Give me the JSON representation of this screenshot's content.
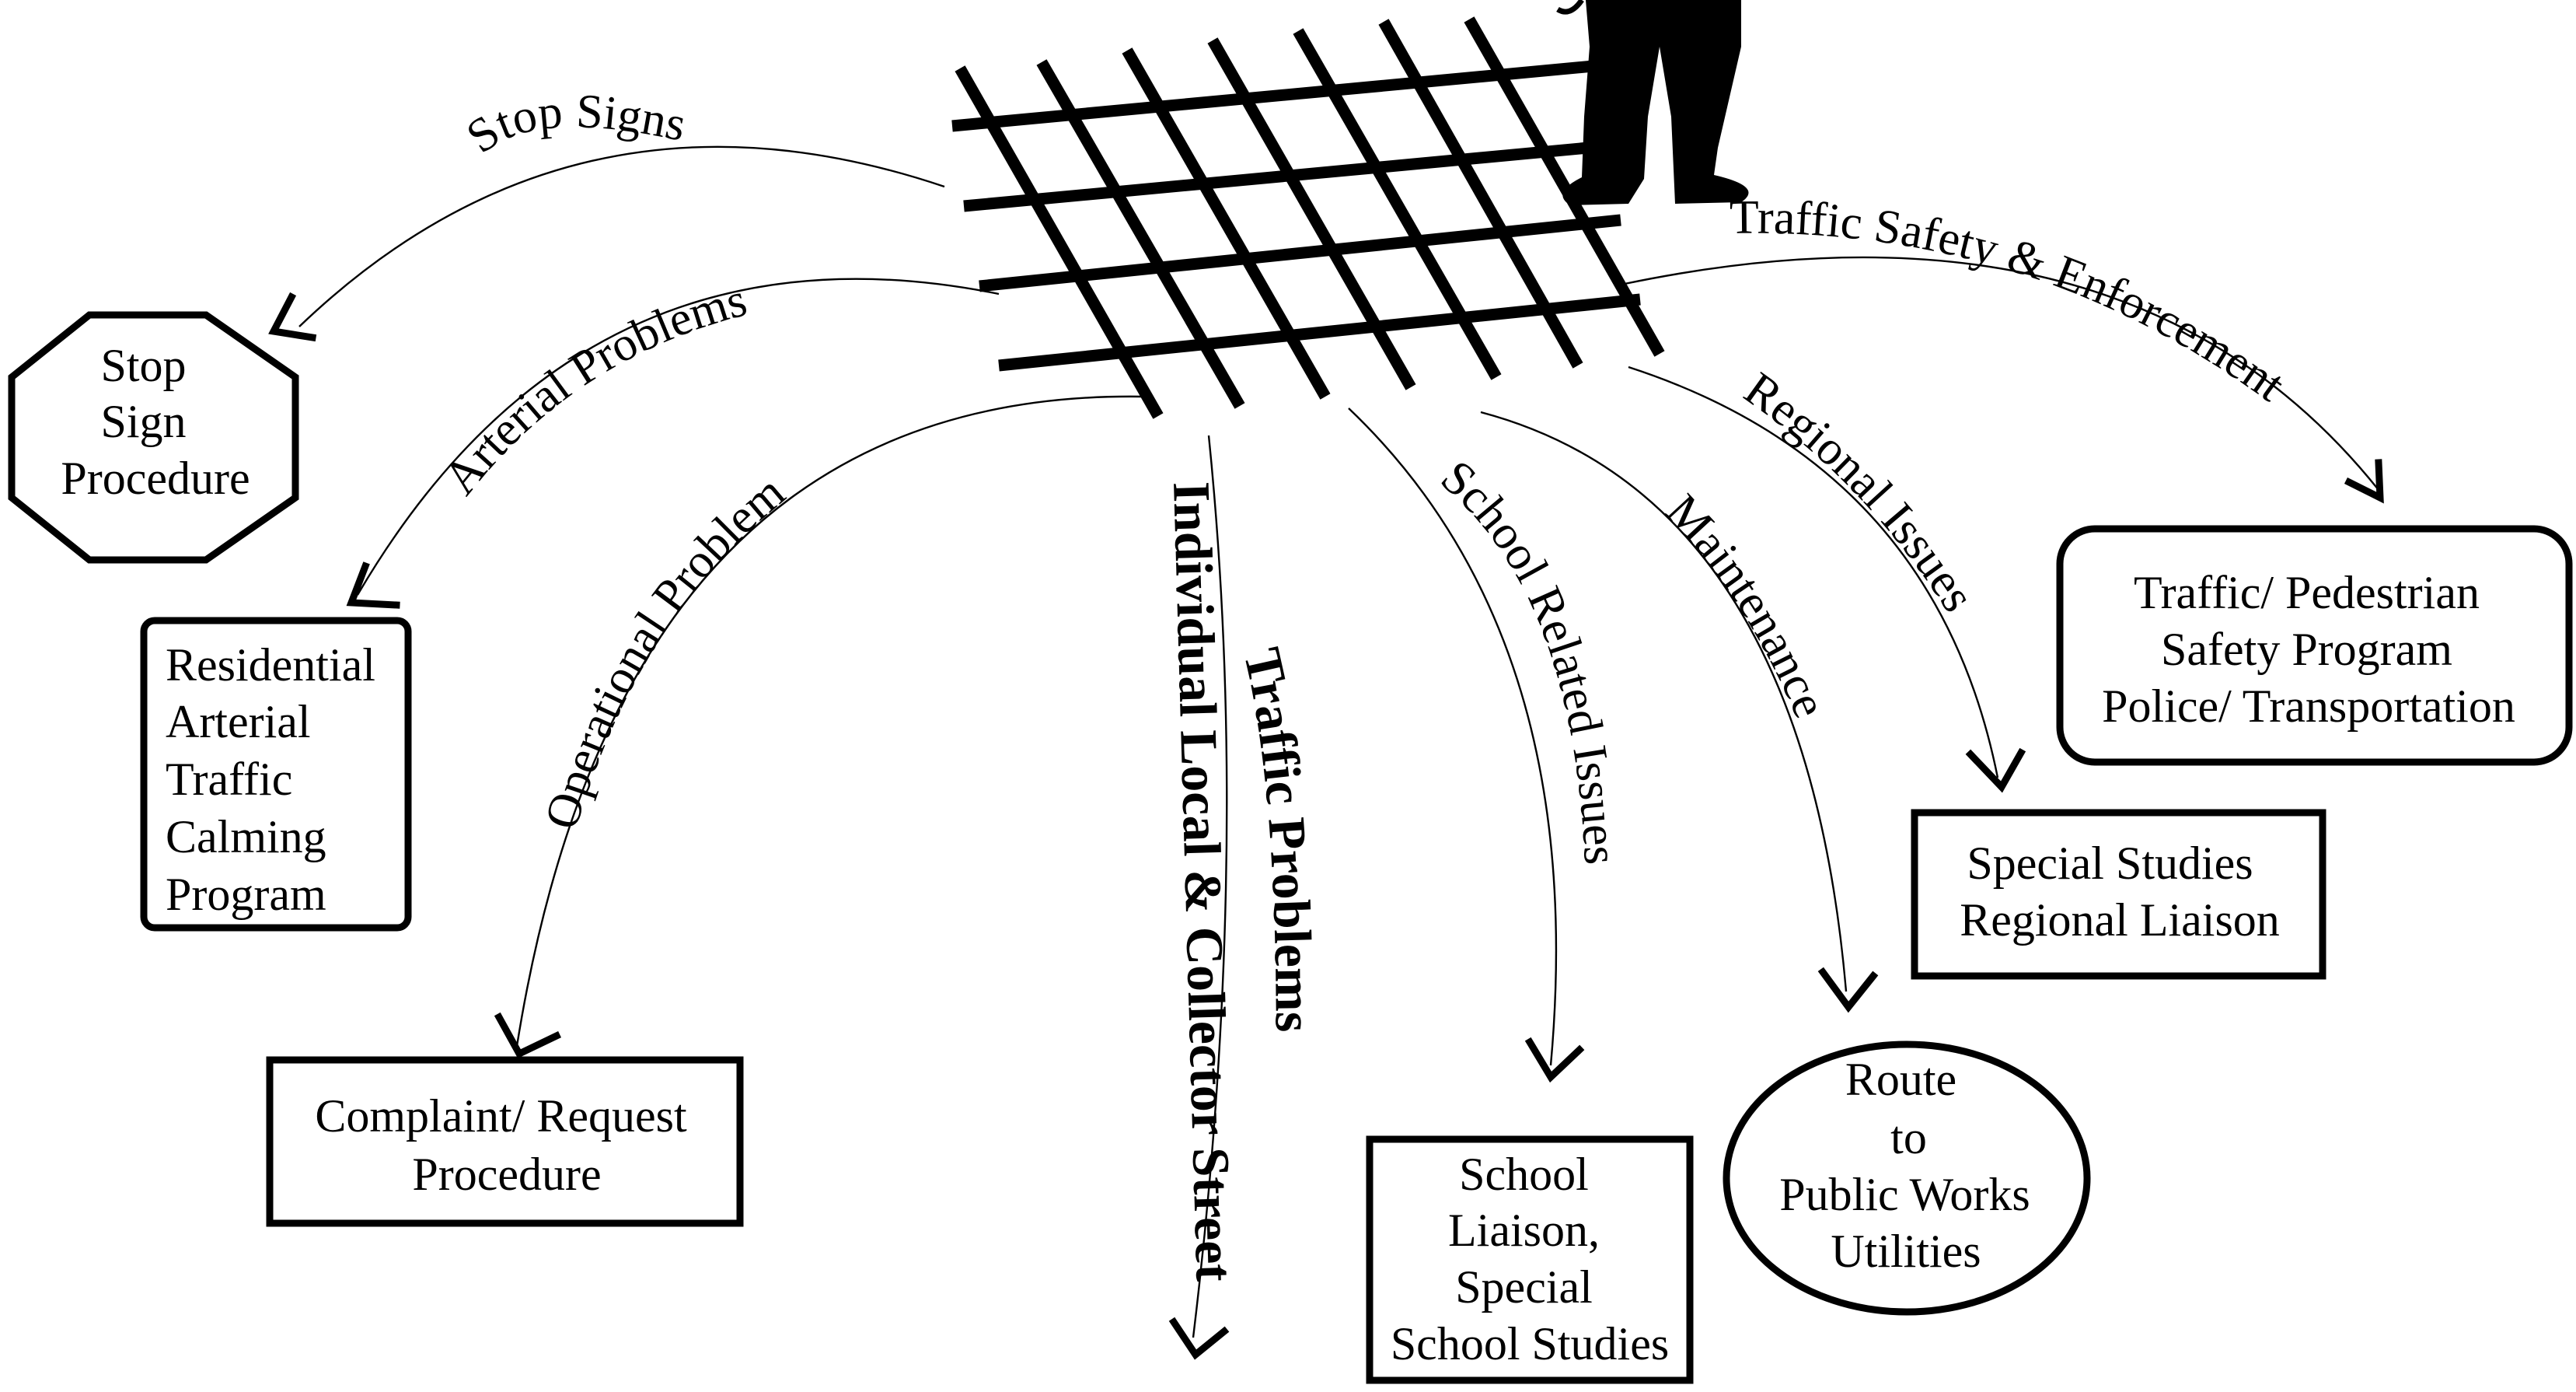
{
  "colors": {
    "ink": "#000000",
    "background": "#ffffff"
  },
  "icons": {
    "center": "street-grid-icon",
    "person": "standing-person-icon"
  },
  "edges": {
    "stop_signs": "Stop Signs",
    "arterial": "Arterial Problems",
    "operational": "Operational Problem",
    "individual_streets": "Individual Local & Collector Streets",
    "traffic_problems": "Traffic  Problems",
    "school": "School Related Issues",
    "maintenance": "Maintenance",
    "regional": "Regional Issues",
    "safety": "Traffic Safety & Enforcement"
  },
  "nodes": {
    "stop_sign": [
      "Stop",
      "Sign",
      "Procedure"
    ],
    "residential": [
      "Residential",
      "Arterial",
      "Traffic",
      "Calming",
      "Program"
    ],
    "complaint": [
      "Complaint/ Request",
      "Procedure"
    ],
    "school": [
      "School",
      "Liaison,",
      "Special",
      "School Studies"
    ],
    "public_works": [
      "Route",
      "to",
      "Public Works",
      "Utilities"
    ],
    "special_studies": [
      "Special Studies",
      "Regional Liaison"
    ],
    "safety_program": [
      "Traffic/ Pedestrian",
      "Safety Program",
      "Police/ Transportation"
    ]
  }
}
